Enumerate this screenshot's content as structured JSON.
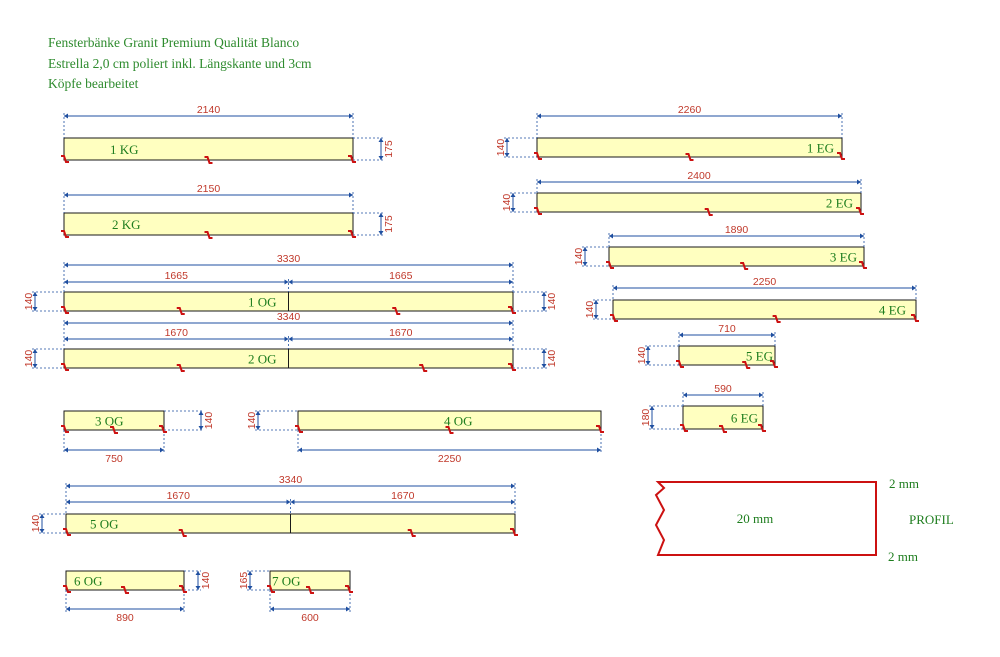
{
  "header": {
    "line1": "Fensterbänke Granit Premium Qualität Blanco",
    "line2": "Estrella 2,0 cm poliert inkl. Längskante und 3cm",
    "line3": "Köpfe bearbeitet"
  },
  "pieces": [
    {
      "id": "kg1",
      "label": "1 KG",
      "length": "2140",
      "depth": "175"
    },
    {
      "id": "kg2",
      "label": "2 KG",
      "length": "2150",
      "depth": "175"
    },
    {
      "id": "og1",
      "label": "1 OG",
      "length": "3330",
      "segments": [
        "1665",
        "1665"
      ],
      "depth_left": "140",
      "depth_right": "140"
    },
    {
      "id": "og2",
      "label": "2 OG",
      "length": "3340",
      "segments": [
        "1670",
        "1670"
      ],
      "depth_left": "140",
      "depth_right": "140"
    },
    {
      "id": "og3",
      "label": "3 OG",
      "length": "750",
      "depth": "140"
    },
    {
      "id": "og4",
      "label": "4 OG",
      "length": "2250",
      "depth": "140"
    },
    {
      "id": "og5",
      "label": "5 OG",
      "length": "3340",
      "segments": [
        "1670",
        "1670"
      ],
      "depth": "140"
    },
    {
      "id": "og6",
      "label": "6 OG",
      "length": "890",
      "depth": "140"
    },
    {
      "id": "og7",
      "label": "7 OG",
      "length": "600",
      "depth": "165"
    },
    {
      "id": "eg1",
      "label": "1 EG",
      "length": "2260",
      "depth": "140"
    },
    {
      "id": "eg2",
      "label": "2 EG",
      "length": "2400",
      "depth": "140"
    },
    {
      "id": "eg3",
      "label": "3 EG",
      "length": "1890",
      "depth": "140"
    },
    {
      "id": "eg4",
      "label": "4 EG",
      "length": "2250",
      "depth": "140"
    },
    {
      "id": "eg5",
      "label": "5 EG",
      "length": "710",
      "depth": "140"
    },
    {
      "id": "eg6",
      "label": "6 EG",
      "length": "590",
      "depth": "180"
    }
  ],
  "profile": {
    "thickness": "20 mm",
    "top": "2 mm",
    "bottom": "2 mm",
    "title": "PROFIL"
  },
  "colors": {
    "slab_fill": "#ffffc0",
    "slab_stroke": "#1a1a1a",
    "dimension": "#1f4fa0",
    "dimension_text": "#c0392b",
    "label": "#1e7d1e",
    "edge_mark": "#cc1111",
    "profile_line": "#cc1111"
  }
}
